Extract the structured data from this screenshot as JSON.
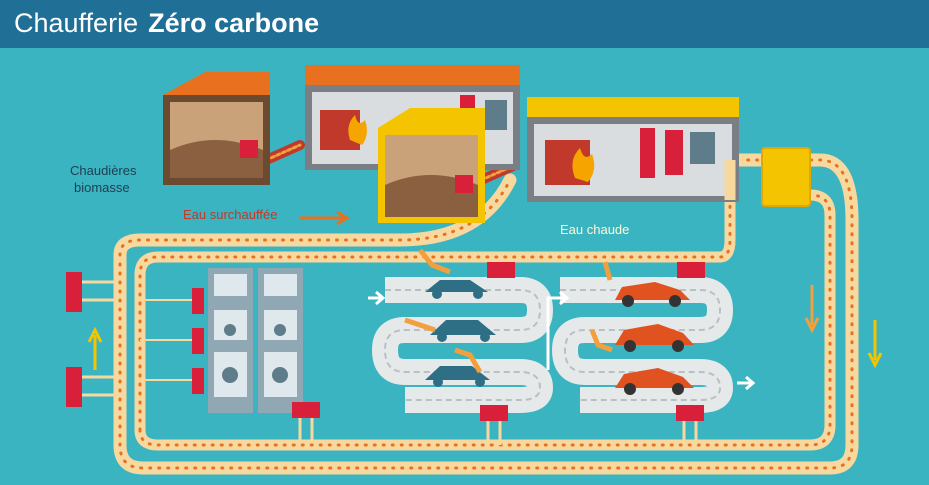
{
  "header": {
    "title_light": "Chaufferie",
    "title_bold": "Zéro carbone"
  },
  "labels": {
    "boilers_line1": "Chaudières",
    "boilers_line2": "biomasse",
    "superheated_water": "Eau surchauffée",
    "hot_water": "Eau chaude"
  },
  "colors": {
    "background": "#3bb4c1",
    "header": "#1f6f96",
    "pipe": "#f7d9a0",
    "pipe_dots": "#e8701e",
    "exchanger": "#d8203a",
    "car": "#e0521f",
    "car_body_unpainted": "#2f6f86",
    "building_roof": "#e8701e",
    "building_frame": "#f5c400"
  },
  "icons": {
    "flow_arrows": "arrow-icon",
    "flames": "fire-icon",
    "robots": "robot-arm-icon"
  }
}
